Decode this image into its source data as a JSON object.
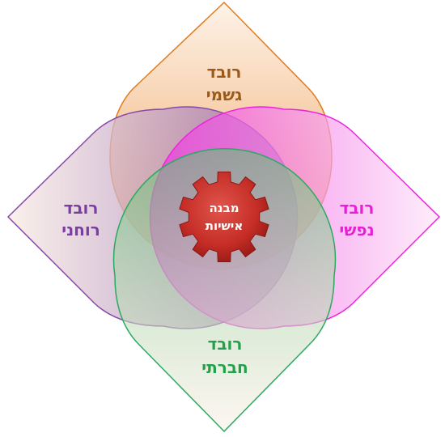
{
  "petals": {
    "physical": {
      "line1": "רובד",
      "line2": "גשמי",
      "color": "#9c5a1a",
      "stroke": "#e07b1e"
    },
    "mental": {
      "line1": "רובד",
      "line2": "נפשי",
      "color": "#e81fd6",
      "stroke": "#ee22dd"
    },
    "spiritual": {
      "line1": "רובד",
      "line2": "רוחני",
      "color": "#7a3ea0",
      "stroke": "#8a47a8"
    },
    "social": {
      "line1": "רובד",
      "line2": "חברתי",
      "color": "#22a04a",
      "stroke": "#2aaa60"
    }
  },
  "center": {
    "line1": "מבנה",
    "line2": "אישיות",
    "color": "#c8302a"
  }
}
